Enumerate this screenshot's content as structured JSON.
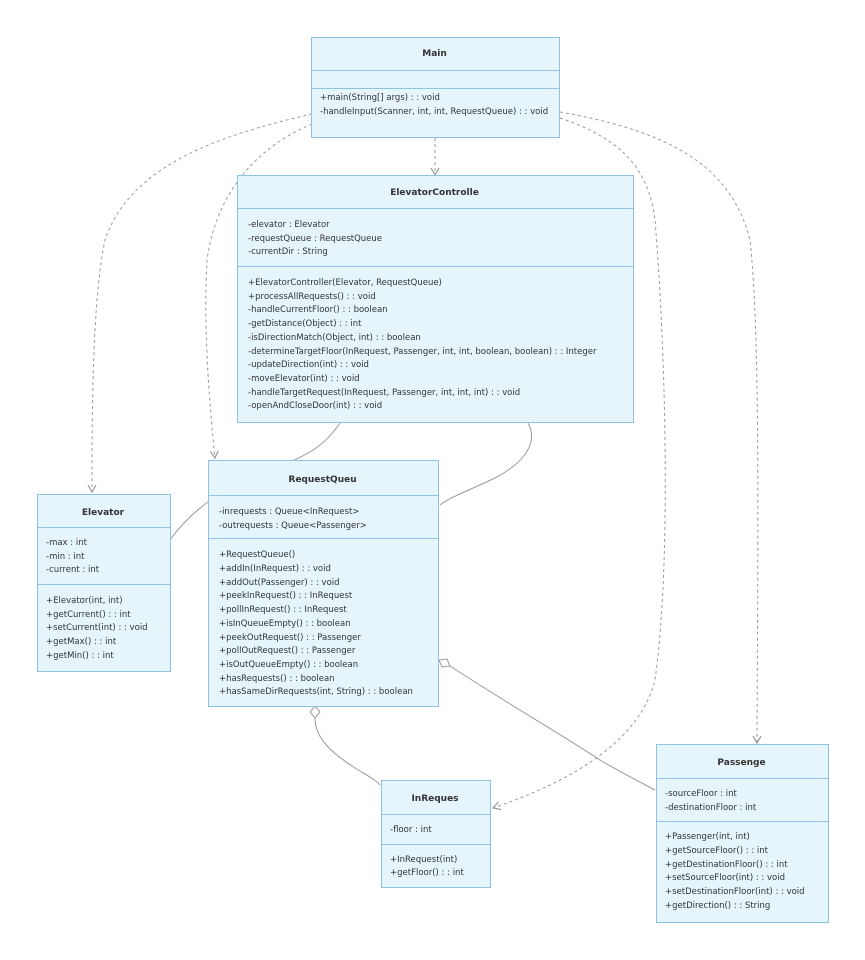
{
  "diagram": {
    "classes": {
      "main": {
        "name": "Main",
        "attributes": [],
        "methods": [
          "+main(String[] args) : : void",
          "-handleInput(Scanner, int, int, RequestQueue) : : void"
        ]
      },
      "elevator_controller": {
        "name": "ElevatorControlle",
        "attributes": [
          "-elevator : Elevator",
          "-requestQueue : RequestQueue",
          "-currentDir : String"
        ],
        "methods": [
          "+ElevatorController(Elevator, RequestQueue)",
          "+processAllRequests() : : void",
          "-handleCurrentFloor() : : boolean",
          "-getDistance(Object) : : int",
          "-isDirectionMatch(Object, int) : : boolean",
          "-determineTargetFloor(InRequest, Passenger, int, int, boolean, boolean) : : Integer",
          "-updateDirection(int) : : void",
          "-moveElevator(int) : : void",
          "-handleTargetRequest(InRequest, Passenger, int, int, int) : : void",
          "-openAndCloseDoor(int) : : void"
        ]
      },
      "request_queue": {
        "name": "RequestQueu",
        "attributes": [
          "-inrequests : Queue<InRequest>",
          "-outrequests : Queue<Passenger>"
        ],
        "methods": [
          "+RequestQueue()",
          "+addIn(InRequest) : : void",
          "+addOut(Passenger) : : void",
          "+peekInRequest() : : InRequest",
          "+pollInRequest() : : InRequest",
          "+isInQueueEmpty() : : boolean",
          "+peekOutRequest() : : Passenger",
          "+pollOutRequest() : : Passenger",
          "+isOutQueueEmpty() : : boolean",
          "+hasRequests() : : boolean",
          "+hasSameDirRequests(int, String) : : boolean"
        ]
      },
      "elevator": {
        "name": "Elevator",
        "attributes": [
          "-max : int",
          "-min : int",
          "-current : int"
        ],
        "methods": [
          "+Elevator(int, int)",
          "+getCurrent() : : int",
          "+setCurrent(int) : : void",
          "+getMax() : : int",
          "+getMin() : : int"
        ]
      },
      "in_request": {
        "name": "InReques",
        "attributes": [
          "-floor : int"
        ],
        "methods": [
          "+InRequest(int)",
          "+getFloor() : : int"
        ]
      },
      "passenger": {
        "name": "Passenge",
        "attributes": [
          "-sourceFloor : int",
          "-destinationFloor : int"
        ],
        "methods": [
          "+Passenger(int, int)",
          "+getSourceFloor() : : int",
          "+getDestinationFloor() : : int",
          "+setSourceFloor(int) : : void",
          "+setDestinationFloor(int) : : void",
          "+getDirection() : : String"
        ]
      }
    },
    "relationships": [
      {
        "from": "Main",
        "to": "ElevatorController",
        "kind": "dependency"
      },
      {
        "from": "Main",
        "to": "Elevator",
        "kind": "dependency"
      },
      {
        "from": "Main",
        "to": "RequestQueue",
        "kind": "dependency"
      },
      {
        "from": "Main",
        "to": "InRequest",
        "kind": "dependency"
      },
      {
        "from": "Main",
        "to": "Passenger",
        "kind": "dependency"
      },
      {
        "from": "ElevatorController",
        "to": "Elevator",
        "kind": "association"
      },
      {
        "from": "ElevatorController",
        "to": "RequestQueue",
        "kind": "association"
      },
      {
        "from": "RequestQueue",
        "to": "InRequest",
        "kind": "aggregation"
      },
      {
        "from": "RequestQueue",
        "to": "Passenger",
        "kind": "aggregation"
      }
    ],
    "colors": {
      "class_fill": "#e6f4fb",
      "class_border": "#8ec3e6",
      "edge": "#9a9a9a",
      "text": "#333333"
    }
  }
}
